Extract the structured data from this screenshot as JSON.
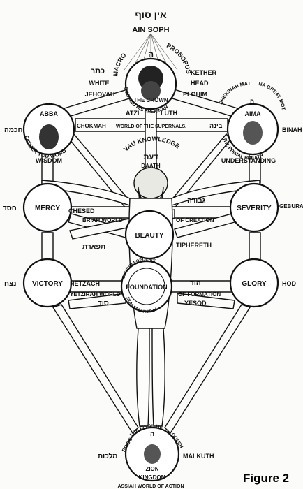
{
  "top": {
    "hebrew": "אין סוף",
    "ain_soph": "AIN SOPH"
  },
  "crown": {
    "arc": "MACRO",
    "letter": "ה",
    "arc2": "PROSOPUS",
    "hebrew": "כתר",
    "white": "WHITE",
    "jehovah": "JEHOVAH",
    "kether": "KETHER",
    "head": "HEAD",
    "elohim": "ELOHIM",
    "name": "THE CROWN",
    "sub": "GOD AND HIS SHEKINAH"
  },
  "atziluth": {
    "atzi": "ATZI",
    "luth": "LUTH"
  },
  "abba": {
    "name": "ABBA",
    "hebrew": "חכמה",
    "arc": "FATHER YOD WORD",
    "wisdom": "WISDOM"
  },
  "aima": {
    "name": "AIMA",
    "arc_left": "SHEKINAH MATRO",
    "letter": "ה",
    "arc_right": "NA GREAT MOTHER",
    "binah": "BINAH",
    "arc_bottom": "THE PRIMAL BREATH",
    "understanding": "UNDERSTANDING"
  },
  "supernals": {
    "chokmah": "CHOKMAH",
    "world": "WORLD OF THE SUPERNALS.",
    "hebrew": "בינה"
  },
  "daath": {
    "arc": "VAU KNOWLEDGE",
    "hebrew": "דעת",
    "name": "DAATH"
  },
  "mercy": {
    "name": "MERCY",
    "hebrew": "חסד",
    "chesed": "CHESED"
  },
  "severity": {
    "name": "SEVERITY",
    "geburah": "GEBURAH",
    "hebrew": "גבורה"
  },
  "briah": {
    "left": "BRIAH WORLD",
    "right": "OF CREATION"
  },
  "beauty": {
    "name": "BEAUTY",
    "hebrew": "תפארת",
    "tiphereth": "TIPHERETH"
  },
  "victory": {
    "name": "VICTORY",
    "hebrew": "נצח",
    "netzach": "NETZACH"
  },
  "glory": {
    "name": "GLORY",
    "hod": "HOD",
    "hebrew": "הוד"
  },
  "yetzirah": {
    "left": "YETZIRAH WORLD",
    "right": "OF FORMATION"
  },
  "foundation": {
    "name": "FOUNDATION",
    "arc_top": "SIGNUM FOEDERIS",
    "arc_bottom": "SIGNUM SANCTUM",
    "hebrew": "סוד",
    "yesod": "YESOD"
  },
  "kingdom": {
    "hebrew": "מלכות",
    "bride": "BRIDE",
    "arc": "THE FINAL HE",
    "letter": "ה",
    "queen": "QUEEN",
    "malkuth": "MALKUTH",
    "zion": "ZION",
    "name": "KINGDOM",
    "world": "ASSIAH WORLD OF ACTION"
  },
  "caption": "Figure 2"
}
